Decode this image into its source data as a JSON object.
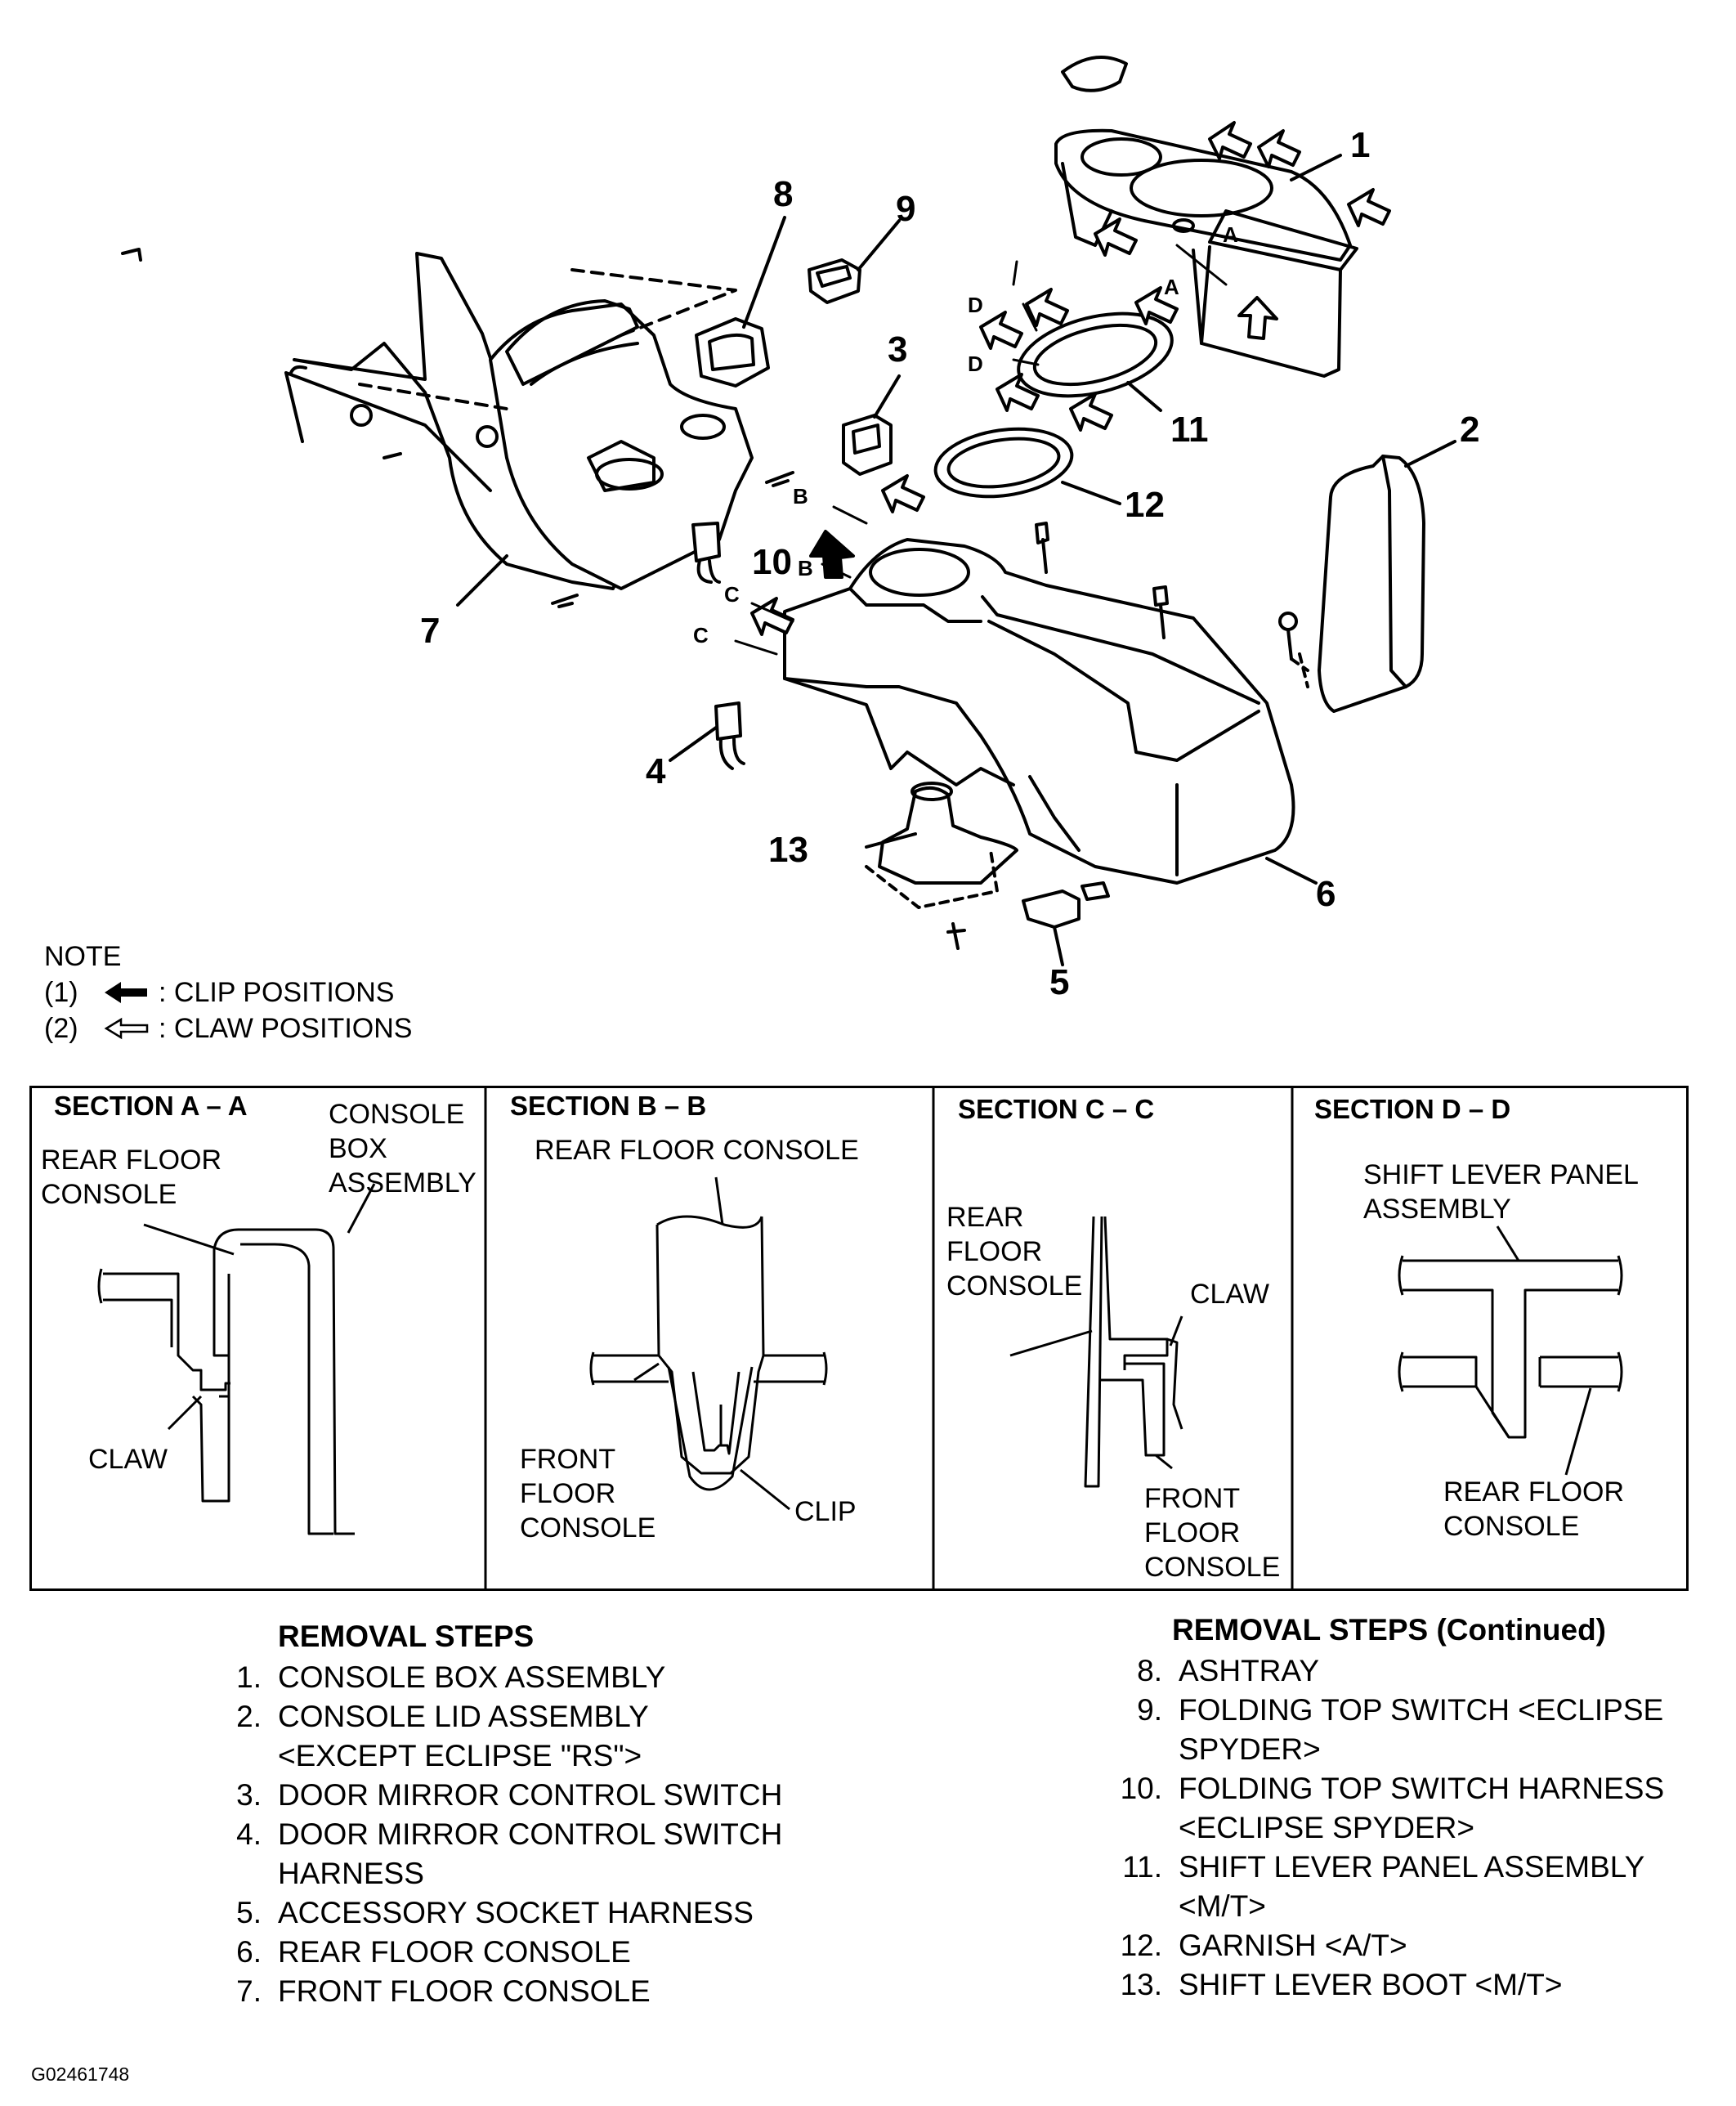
{
  "callouts": [
    "1",
    "2",
    "3",
    "4",
    "5",
    "6",
    "7",
    "8",
    "9",
    "10",
    "11",
    "12",
    "13"
  ],
  "section_markers": {
    "a": "A",
    "b": "B",
    "c": "C",
    "d": "D"
  },
  "note": {
    "title": "NOTE",
    "items": [
      {
        "num": "(1)",
        "symbol": "solid-arrow-icon",
        "text": ": CLIP POSITIONS"
      },
      {
        "num": "(2)",
        "symbol": "outline-arrow-icon",
        "text": ": CLAW POSITIONS"
      }
    ]
  },
  "sections": {
    "a": {
      "title": "SECTION A – A",
      "rear_floor_console": [
        "REAR FLOOR",
        "CONSOLE"
      ],
      "console_box_assembly": [
        "CONSOLE",
        "BOX",
        "ASSEMBLY"
      ],
      "claw": "CLAW"
    },
    "b": {
      "title": "SECTION B – B",
      "rear_floor_console": "REAR FLOOR CONSOLE",
      "front_floor_console": [
        "FRONT",
        "FLOOR",
        "CONSOLE"
      ],
      "clip": "CLIP"
    },
    "c": {
      "title": "SECTION C – C",
      "rear_floor_console": [
        "REAR",
        "FLOOR",
        "CONSOLE"
      ],
      "claw": "CLAW",
      "front_floor_console": [
        "FRONT",
        "FLOOR",
        "CONSOLE"
      ]
    },
    "d": {
      "title": "SECTION D – D",
      "shift_lever_panel_assembly": [
        "SHIFT LEVER PANEL",
        "ASSEMBLY"
      ],
      "rear_floor_console": [
        "REAR FLOOR",
        "CONSOLE"
      ]
    }
  },
  "removal_steps": {
    "title": "REMOVAL STEPS",
    "items": [
      {
        "num": "1.",
        "lines": [
          "CONSOLE BOX ASSEMBLY"
        ]
      },
      {
        "num": "2.",
        "lines": [
          "CONSOLE LID ASSEMBLY",
          "<EXCEPT ECLIPSE \"RS\">"
        ]
      },
      {
        "num": "3.",
        "lines": [
          "DOOR MIRROR CONTROL SWITCH"
        ]
      },
      {
        "num": "4.",
        "lines": [
          "DOOR MIRROR CONTROL SWITCH",
          "HARNESS"
        ]
      },
      {
        "num": "5.",
        "lines": [
          "ACCESSORY SOCKET HARNESS"
        ]
      },
      {
        "num": "6.",
        "lines": [
          "REAR FLOOR CONSOLE"
        ]
      },
      {
        "num": "7.",
        "lines": [
          "FRONT FLOOR CONSOLE"
        ]
      }
    ]
  },
  "removal_steps_continued": {
    "title": "REMOVAL STEPS (Continued)",
    "items": [
      {
        "num": "8.",
        "lines": [
          "ASHTRAY"
        ]
      },
      {
        "num": "9.",
        "lines": [
          "FOLDING TOP SWITCH <ECLIPSE",
          "SPYDER>"
        ]
      },
      {
        "num": "10.",
        "lines": [
          "FOLDING TOP SWITCH HARNESS",
          "<ECLIPSE SPYDER>"
        ]
      },
      {
        "num": "11.",
        "lines": [
          "SHIFT LEVER PANEL ASSEMBLY",
          "<M/T>"
        ]
      },
      {
        "num": "12.",
        "lines": [
          "GARNISH <A/T>"
        ]
      },
      {
        "num": "13.",
        "lines": [
          "SHIFT LEVER BOOT <M/T>"
        ]
      }
    ]
  },
  "figure_id": "G02461748"
}
